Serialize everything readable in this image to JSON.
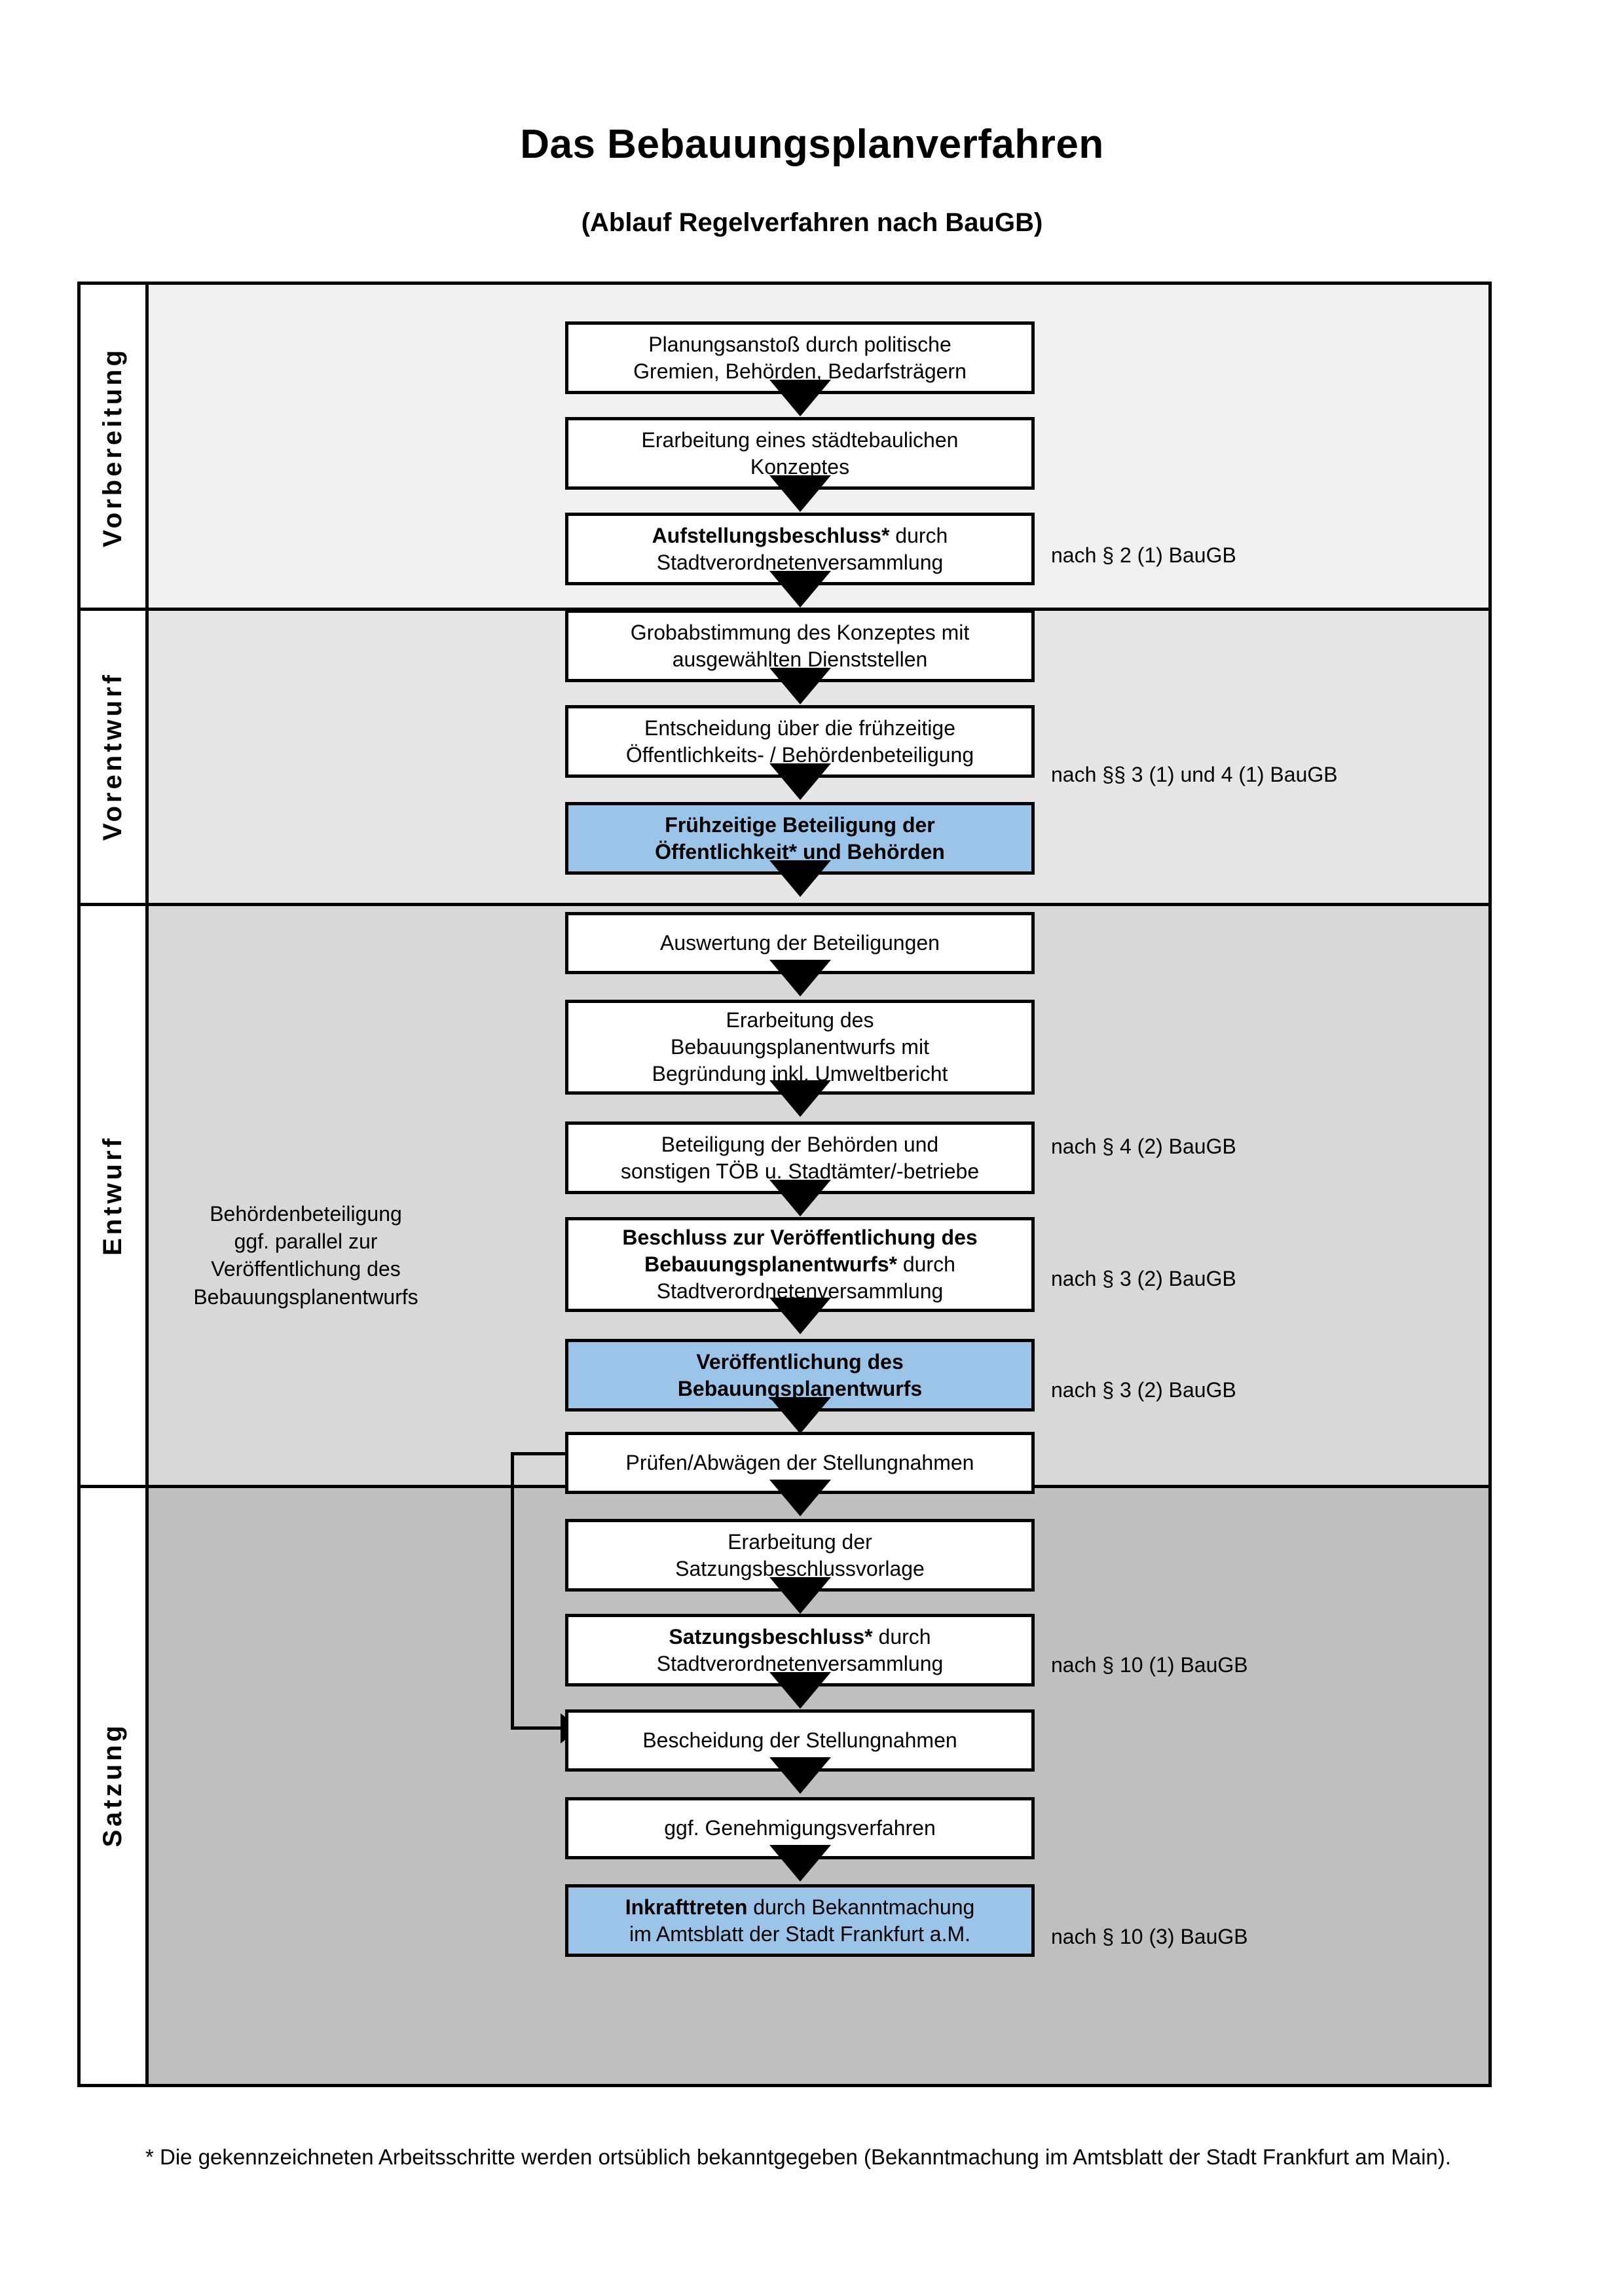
{
  "title": "Das Bebauungsplanverfahren",
  "subtitle": "(Ablauf Regelverfahren nach BauGB)",
  "bands": [
    {
      "label": "Vorbereitung"
    },
    {
      "label": "Vorentwurf"
    },
    {
      "label": "Entwurf"
    },
    {
      "label": "Satzung"
    }
  ],
  "side_note": "Behördenbeteiligung ggf. parallel zur Veröffentlichung des Bebauungsplanentwurfs",
  "side_note_lines": [
    "Behördenbeteiligung",
    "ggf. parallel zur",
    "Veröffentlichung des",
    "Bebauungsplanentwurfs"
  ],
  "nodes": [
    {
      "id": "planungsanstoss",
      "band": "Vorbereitung",
      "highlight": false,
      "lines": [
        "Planungsanstoß durch politische",
        "Gremien, Behörden, Bedarfsträgern"
      ],
      "bold_prefix": ""
    },
    {
      "id": "konzept",
      "band": "Vorbereitung",
      "highlight": false,
      "lines": [
        "Erarbeitung eines städtebaulichen",
        "Konzeptes"
      ],
      "bold_prefix": ""
    },
    {
      "id": "aufstellungsbeschluss",
      "band": "Vorbereitung",
      "highlight": false,
      "lines": [
        "Aufstellungsbeschluss* durch",
        "Stadtverordnetenversammlung"
      ],
      "bold_prefix": "Aufstellungsbeschluss*"
    },
    {
      "id": "grobabstimmung",
      "band": "Vorentwurf",
      "highlight": false,
      "lines": [
        "Grobabstimmung des Konzeptes mit",
        "ausgewählten Dienststellen"
      ],
      "bold_prefix": ""
    },
    {
      "id": "entscheidung-fruehzeitig",
      "band": "Vorentwurf",
      "highlight": false,
      "lines": [
        "Entscheidung über die frühzeitige",
        "Öffentlichkeits- / Behördenbeteiligung"
      ],
      "bold_prefix": ""
    },
    {
      "id": "fruehzeitige-beteiligung",
      "band": "Vorentwurf",
      "highlight": true,
      "lines": [
        "Frühzeitige Beteiligung der",
        "Öffentlichkeit* und Behörden"
      ],
      "bold_prefix": "all"
    },
    {
      "id": "auswertung",
      "band": "Entwurf",
      "highlight": false,
      "lines": [
        "Auswertung der Beteiligungen"
      ],
      "bold_prefix": ""
    },
    {
      "id": "erarbeitung-entwurf",
      "band": "Entwurf",
      "highlight": false,
      "lines": [
        "Erarbeitung des",
        "Bebauungsplanentwurfs mit",
        "Begründung inkl. Umweltbericht"
      ],
      "bold_prefix": ""
    },
    {
      "id": "beteiligung-behoerden",
      "band": "Entwurf",
      "highlight": false,
      "lines": [
        "Beteiligung der Behörden und",
        "sonstigen TÖB u. Stadtämter/-betriebe"
      ],
      "bold_prefix": ""
    },
    {
      "id": "beschluss-veroeffentlichung",
      "band": "Entwurf",
      "highlight": false,
      "lines": [
        "Beschluss zur Veröffentlichung des",
        "Bebauungsplanentwurfs* durch",
        "Stadtverordnetenversammlung"
      ],
      "bold_prefix": "Beschluss zur Veröffentlichung des Bebauungsplanentwurfs*"
    },
    {
      "id": "veroeffentlichung",
      "band": "Entwurf",
      "highlight": true,
      "lines": [
        "Veröffentlichung des",
        "Bebauungsplanentwurfs"
      ],
      "bold_prefix": "all"
    },
    {
      "id": "pruefen-abwaegen",
      "band": "Satzung",
      "highlight": false,
      "lines": [
        "Prüfen/Abwägen der Stellungnahmen"
      ],
      "bold_prefix": ""
    },
    {
      "id": "satzungsbeschlussvorlage",
      "band": "Satzung",
      "highlight": false,
      "lines": [
        "Erarbeitung der",
        "Satzungsbeschlussvorlage"
      ],
      "bold_prefix": ""
    },
    {
      "id": "satzungsbeschluss",
      "band": "Satzung",
      "highlight": false,
      "lines": [
        "Satzungsbeschluss* durch",
        "Stadtverordnetenversammlung"
      ],
      "bold_prefix": "Satzungsbeschluss*"
    },
    {
      "id": "bescheidung",
      "band": "Satzung",
      "highlight": false,
      "lines": [
        "Bescheidung der Stellungnahmen"
      ],
      "bold_prefix": ""
    },
    {
      "id": "genehmigungsverfahren",
      "band": "Satzung",
      "highlight": false,
      "lines": [
        "ggf. Genehmigungsverfahren"
      ],
      "bold_prefix": ""
    },
    {
      "id": "inkrafttreten",
      "band": "Satzung",
      "highlight": true,
      "lines": [
        "Inkrafttreten durch Bekanntmachung",
        "im Amtsblatt der Stadt Frankfurt a.M."
      ],
      "bold_prefix": "Inkrafttreten"
    }
  ],
  "references": [
    {
      "text": "nach § 2 (1) BauGB"
    },
    {
      "text": "nach §§ 3 (1) und 4 (1) BauGB"
    },
    {
      "text": "nach § 4 (2) BauGB"
    },
    {
      "text": "nach § 3 (2) BauGB"
    },
    {
      "text": "nach § 3 (2) BauGB"
    },
    {
      "text": "nach § 10 (1) BauGB"
    },
    {
      "text": "nach § 10 (3) BauGB"
    }
  ],
  "footnote": "* Die gekennzeichneten Arbeitsschritte werden ortsüblich bekanntgegeben (Bekanntmachung im Amtsblatt  der Stadt Frankfurt am Main).",
  "colors": {
    "band_vorbereitung": "#f0f0f0",
    "band_vorentwurf": "#e6e6e6",
    "band_entwurf": "#d8d8d8",
    "band_satzung": "#bfbfbf",
    "highlight_blue": "#9bc4e8",
    "stroke": "#000000",
    "node_fill": "#ffffff"
  }
}
